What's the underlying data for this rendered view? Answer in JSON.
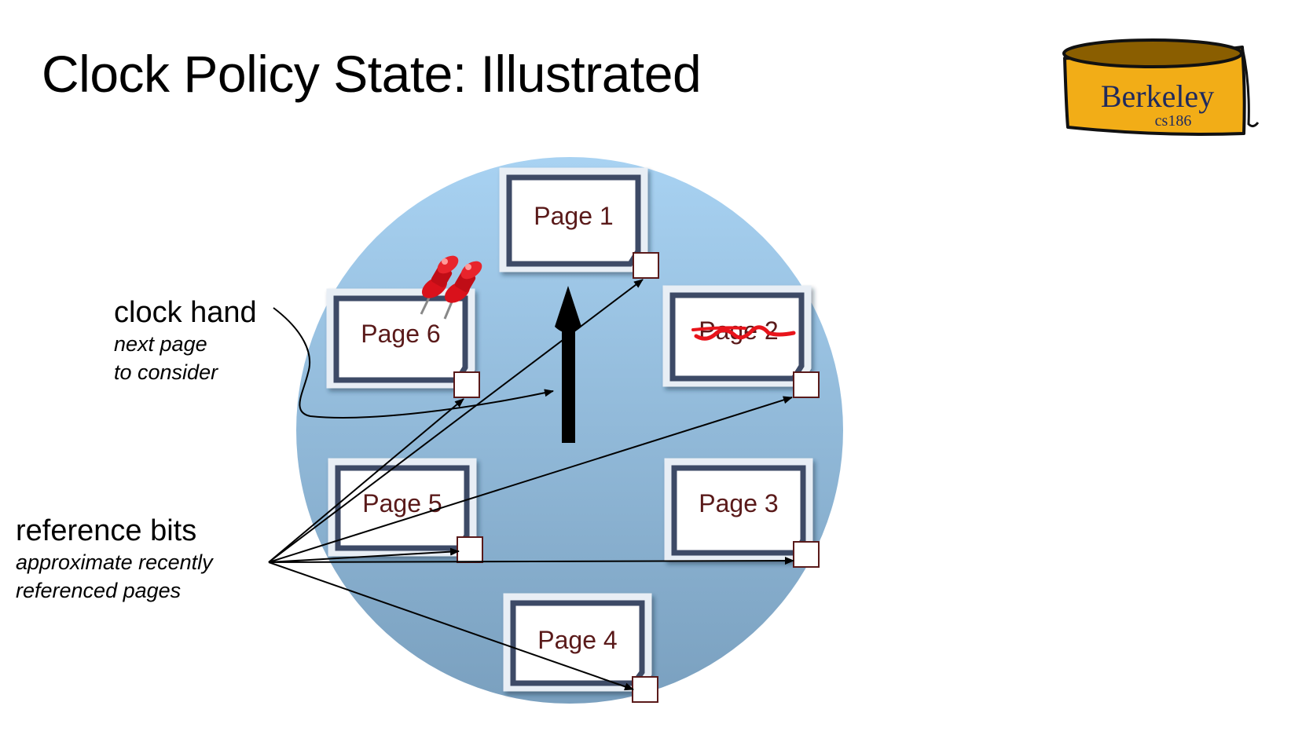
{
  "slide": {
    "title": "Clock Policy State: Illustrated"
  },
  "logo": {
    "name": "Berkeley",
    "course": "cs186"
  },
  "pages": [
    {
      "label": "Page 1",
      "evicted": false,
      "pinned": false
    },
    {
      "label": "Page 2",
      "evicted": true,
      "pinned": false
    },
    {
      "label": "Page 3",
      "evicted": false,
      "pinned": false
    },
    {
      "label": "Page 4",
      "evicted": false,
      "pinned": false
    },
    {
      "label": "Page 5",
      "evicted": false,
      "pinned": false
    },
    {
      "label": "Page 6",
      "evicted": false,
      "pinned": true
    }
  ],
  "annotations": {
    "clock_hand": {
      "title": "clock hand",
      "line1": "next page",
      "line2": "to consider"
    },
    "reference_bits": {
      "title": "reference bits",
      "line1": "approximate recently",
      "line2": "referenced pages"
    }
  },
  "colors": {
    "circle_top": "#a8d2f2",
    "circle_bottom": "#7aa0bf",
    "page_border": "#3d4a66",
    "page_text": "#5a1a1a",
    "logo_fill": "#f2ad17",
    "logo_top": "#8a5e00",
    "logo_text": "#1f2a5e",
    "strike": "#e8141b",
    "pin": "#d9111b"
  },
  "icons": [
    "push-pin-icon",
    "arrow-icon"
  ]
}
